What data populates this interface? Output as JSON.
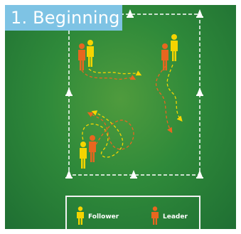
{
  "title": "1. Beginning",
  "legend": {
    "follower": {
      "label": "Follower",
      "color": "#f5d400"
    },
    "leader": {
      "label": "Leader",
      "color": "#e8661f"
    }
  },
  "icons": {
    "cone": "cone-icon",
    "player": "person-icon"
  },
  "colors": {
    "pitch": "#2f8a3a",
    "boundary": "#ffffff",
    "title_bg": "#7ec3e4"
  }
}
